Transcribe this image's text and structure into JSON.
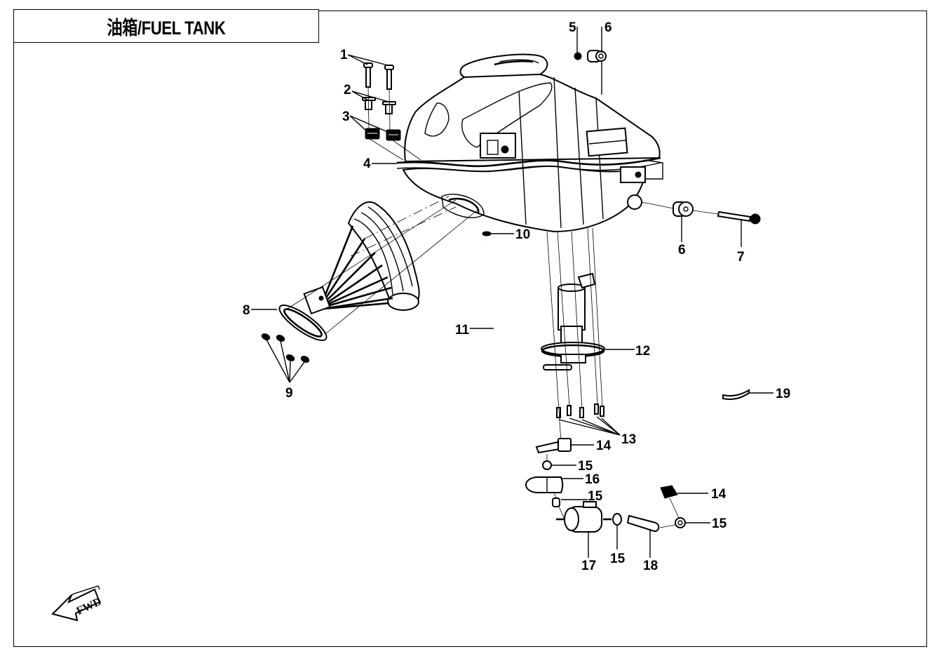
{
  "title": "油箱/FUEL TANK",
  "orientation_marker": {
    "label": "FWD",
    "icon": "forward-arrow-icon"
  },
  "callouts": [
    {
      "id": "c1",
      "label": "1",
      "part": "bolt"
    },
    {
      "id": "c2",
      "label": "2",
      "part": "bushing"
    },
    {
      "id": "c3",
      "label": "3",
      "part": "rubber-cushion"
    },
    {
      "id": "c4",
      "label": "4",
      "part": "tank-mount-flange"
    },
    {
      "id": "c5",
      "label": "5",
      "part": "small-nut"
    },
    {
      "id": "c6a",
      "label": "6",
      "part": "rubber-grommet-top"
    },
    {
      "id": "c6b",
      "label": "6",
      "part": "rubber-grommet-rear"
    },
    {
      "id": "c7",
      "label": "7",
      "part": "rear-bolt"
    },
    {
      "id": "c8",
      "label": "8",
      "part": "fuel-level-sensor"
    },
    {
      "id": "c9",
      "label": "9",
      "part": "sensor-nuts"
    },
    {
      "id": "c10",
      "label": "10",
      "part": "hose-clip"
    },
    {
      "id": "c11",
      "label": "11",
      "part": "breather-hose"
    },
    {
      "id": "c12",
      "label": "12",
      "part": "fuel-pump-assembly"
    },
    {
      "id": "c13",
      "label": "13",
      "part": "pump-bolts"
    },
    {
      "id": "c14a",
      "label": "14",
      "part": "hose-connector"
    },
    {
      "id": "c15a",
      "label": "15",
      "part": "clamp"
    },
    {
      "id": "c16",
      "label": "16",
      "part": "elbow-hose"
    },
    {
      "id": "c15b",
      "label": "15",
      "part": "clamp"
    },
    {
      "id": "c14b",
      "label": "14",
      "part": "hose-connector"
    },
    {
      "id": "c15c",
      "label": "15",
      "part": "clamp"
    },
    {
      "id": "c17",
      "label": "17",
      "part": "fuel-filter"
    },
    {
      "id": "c15d",
      "label": "15",
      "part": "clamp"
    },
    {
      "id": "c18",
      "label": "18",
      "part": "fuel-hose"
    },
    {
      "id": "c19",
      "label": "19",
      "part": "hose-strip"
    }
  ]
}
